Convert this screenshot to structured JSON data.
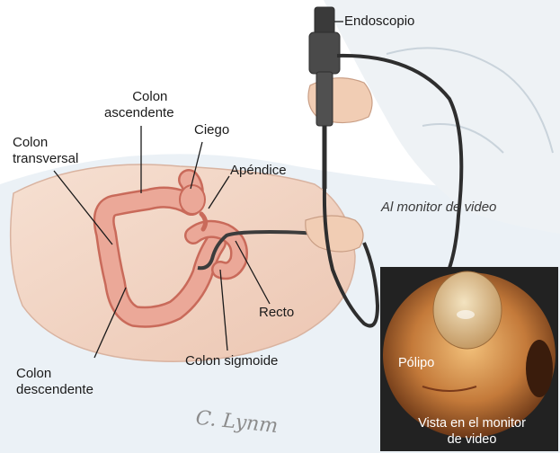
{
  "labels": {
    "endoscope": "Endoscopio",
    "ascending_colon": [
      "Colon",
      "ascendente"
    ],
    "cecum": "Ciego",
    "transverse_colon": [
      "Colon",
      "transversal"
    ],
    "appendix": "Apéndice",
    "to_monitor": "Al monitor de video",
    "rectum": "Recto",
    "sigmoid_colon": "Colon sigmoide",
    "descending_colon": [
      "Colon",
      "descendente"
    ],
    "polyp": "Pólipo",
    "monitor_view": [
      "Vista en el monitor",
      "de video"
    ]
  },
  "signature": "C. Lynm",
  "colors": {
    "skin": "#f3d6c4",
    "colon": "#e8a08e",
    "colon_outline": "#c96a5a",
    "instrument": "#3c3c3c",
    "inset_frame": "#222222",
    "inset_tissue": "#c47a3a"
  }
}
